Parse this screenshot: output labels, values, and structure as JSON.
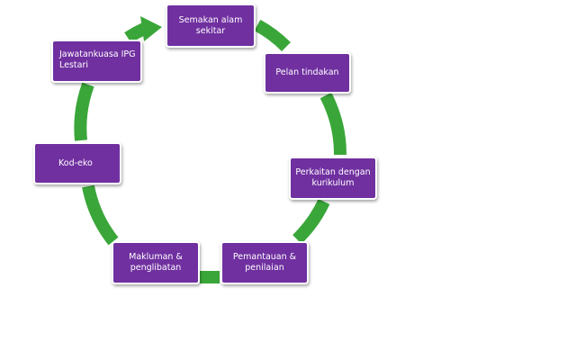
{
  "colors": {
    "node_fill": "#7030a0",
    "node_text": "#ffffff",
    "arrow": "#3aa639"
  },
  "nodes": [
    {
      "label": "Semakan alam sekitar"
    },
    {
      "label": "Pelan tindakan"
    },
    {
      "label": "Perkaitan dengan kurikulum"
    },
    {
      "label": "Pemantauan & penilaian"
    },
    {
      "label": "Makluman & penglibatan"
    },
    {
      "label": "Kod-eko"
    },
    {
      "label": "Jawatankuasa IPG Lestari"
    }
  ]
}
